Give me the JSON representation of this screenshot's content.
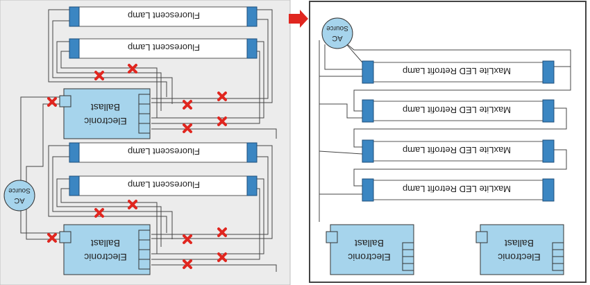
{
  "left_panel": {
    "fluorescent_lamp_label": "Fluorescent Lamp",
    "ballast_label_line1": "Electronic",
    "ballast_label_line2": "Ballast",
    "source_line1": "AC",
    "source_line2": "Source"
  },
  "right_panel": {
    "led_lamp_label": "MaxLite LED Retrofit Lamp",
    "ballast_label_line1": "Electronic",
    "ballast_label_line2": "Ballast",
    "source_line1": "AC",
    "source_line2": "Source"
  },
  "colors": {
    "left_bg": "#ececec",
    "right_bg": "#ffffff",
    "ballast_fill": "#a6d4ec",
    "endcap_fill": "#3b86c2",
    "source_fill": "#a6d4ec",
    "wire": "#444444",
    "cut_mark": "#e0261f",
    "arrow": "#e0261f"
  },
  "icons": {
    "cut_mark": "red-x-icon",
    "arrow": "right-arrow-icon"
  }
}
